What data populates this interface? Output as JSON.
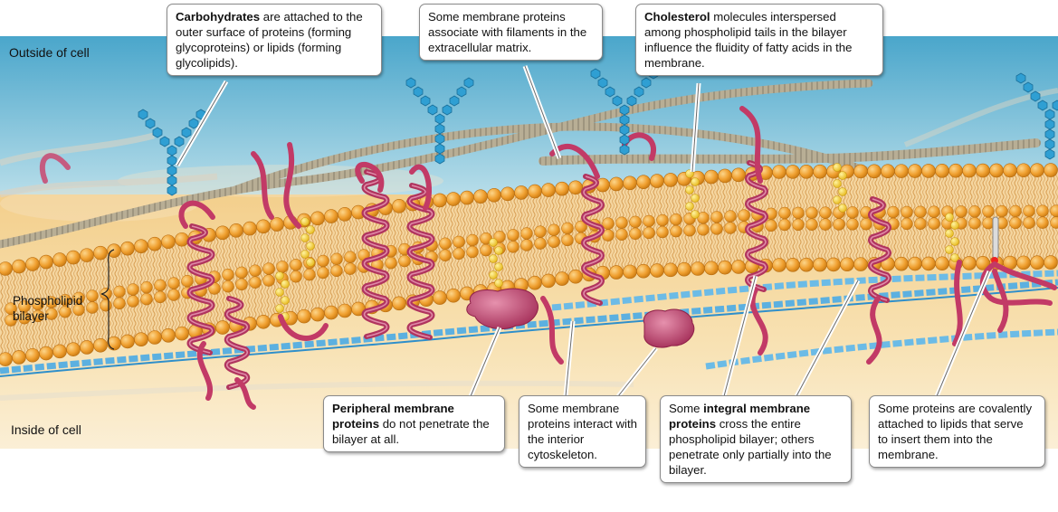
{
  "regions": {
    "outside": "Outside of cell",
    "inside": "Inside of cell"
  },
  "bilayer_label": {
    "line1": "Phospholipid",
    "line2": "bilayer"
  },
  "callouts": {
    "carbohydrates": {
      "bold": "Carbohydrates",
      "text": " are attached to the outer surface of proteins (forming glycoproteins) or lipids (forming glycolipids)."
    },
    "filaments": {
      "bold": "",
      "text": "Some membrane proteins associate with filaments in the extracellular matrix."
    },
    "cholesterol": {
      "bold": "Cholesterol",
      "text": " molecules interspersed among phospholipid tails in the bilayer influence the fluidity of fatty acids in the membrane."
    },
    "peripheral": {
      "bold": "Peripheral membrane proteins",
      "text": " do not penetrate the bilayer at all."
    },
    "cytoskeleton": {
      "bold": "",
      "text": "Some membrane proteins interact with the interior cytoskeleton."
    },
    "integral": {
      "pre": "Some ",
      "bold": "integral membrane proteins",
      "text": " cross the entire phospholipid bilayer; others penetrate only partially into the bilayer."
    },
    "lipid_anchor": {
      "bold": "",
      "text": "Some proteins are covalently attached to lipids that serve to insert them into the membrane."
    }
  },
  "colors": {
    "outside_bg": "#7fc3dc",
    "inside_bg": "#f0c983",
    "head": "#f0a53a",
    "tail": "#f7dcae",
    "protein": "#b0345e",
    "carbohydrate": "#2f9fd3",
    "cholesterol": "#f6d23c",
    "filament": "#b3a98f",
    "cytoskeleton": "#5fb0de"
  }
}
